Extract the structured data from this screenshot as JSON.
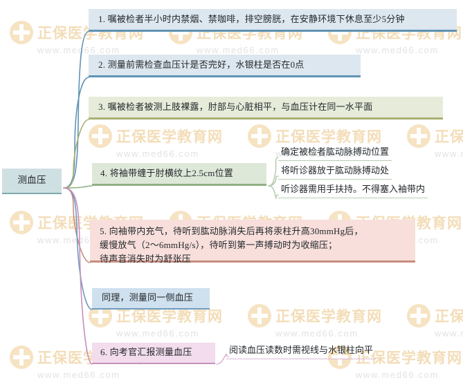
{
  "diagram": {
    "type": "mind-map",
    "root": {
      "label": "测血压",
      "color": "#cfe0e2"
    },
    "branches": [
      {
        "label": "1. 嘱被检者半小时内禁烟、禁咖啡，排空膀胱，在安静环境下休息至少5分钟",
        "color": "#dde7ef",
        "accent": "#5f93b5"
      },
      {
        "label": "2. 测量前需检查血压计是否完好，水银柱是否在0点",
        "color": "#dde7ef",
        "accent": "#5f93b5"
      },
      {
        "label": "3. 嘱被检者被测上肢裸露，肘部与心脏相平，与血压计在同一水平面",
        "color": "#e6ecd9",
        "accent": "#a8b070"
      },
      {
        "label": "4. 将袖带缠于肘横纹上2.5cm位置",
        "color": "#dde8d9",
        "accent": "#8fb085",
        "children": [
          {
            "label": "确定被检者肱动脉搏动位置",
            "accent": "#b7cdb1"
          },
          {
            "label": "将听诊器放于肱动脉搏动处",
            "accent": "#b7cdb1"
          },
          {
            "label": "听诊器需用手扶持。不得塞入袖带内",
            "accent": "#b7cdb1"
          }
        ]
      },
      {
        "label": "5. 向袖带内充气，待听到肱动脉消失后再将汞柱升高30mmHg后，\n缓慢放气（2～6mmHg/s），待听到第一声搏动时为收缩压；\n待声音消失时为舒张压",
        "color": "#f8dfdb",
        "accent": "#c78d7e"
      },
      {
        "label": "同理，测量同一侧血压",
        "color": "#cfe0ee",
        "accent": "#6e9bbd"
      },
      {
        "label": "6. 向考官汇报测量血压",
        "color": "#f3dced",
        "accent": "#c78fbd",
        "children": [
          {
            "label": "阅读血压读数时需视线与水银柱向平",
            "accent": "#ddb6d4"
          }
        ]
      }
    ]
  },
  "watermark": {
    "brand": "正保医学教育网",
    "url": "www.med66.com",
    "brand_color": "#f3ddb8",
    "url_color": "#e2e2e2"
  }
}
